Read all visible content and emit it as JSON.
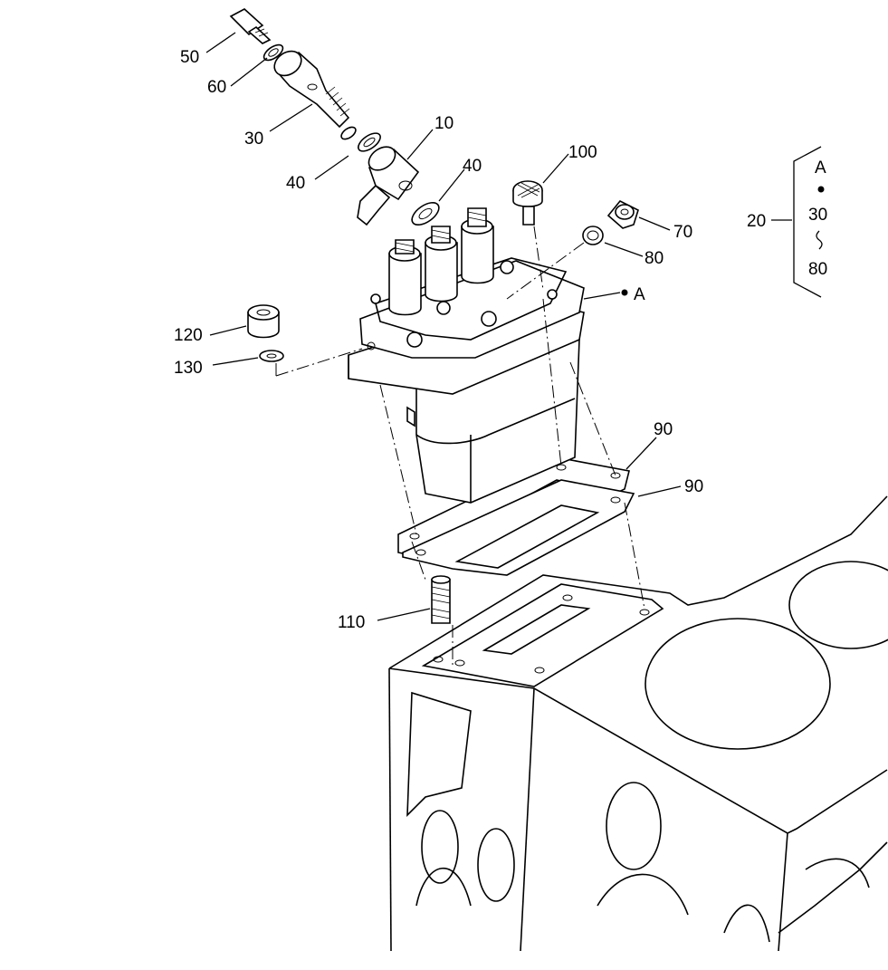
{
  "callouts": {
    "c50": "50",
    "c60": "60",
    "c30": "30",
    "c40a": "40",
    "c10": "10",
    "c40b": "40",
    "c100": "100",
    "c70": "70",
    "c80": "80",
    "cA": "A",
    "c120": "120",
    "c130": "130",
    "c90a": "90",
    "c90b": "90",
    "c110": "110"
  },
  "legend": {
    "label": "20",
    "line1": "A",
    "line2": "30",
    "line3": "80"
  }
}
